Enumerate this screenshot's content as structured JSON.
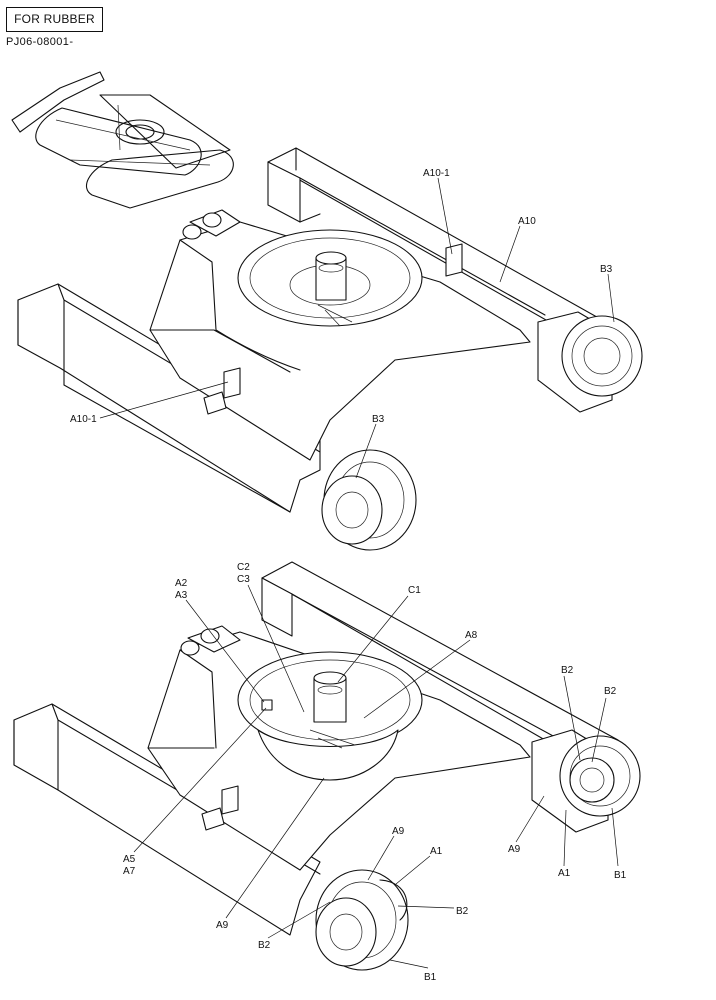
{
  "header": {
    "scope_label": "FOR RUBBER",
    "part_number": "PJ06-08001-"
  },
  "top_view": {
    "callouts": {
      "a10_1_top": "A10-1",
      "a10": "A10",
      "b3_right": "B3",
      "a10_1_left": "A10-1",
      "b3_front": "B3"
    }
  },
  "bottom_view": {
    "callouts": {
      "c2": "C2",
      "c3": "C3",
      "a2": "A2",
      "a3": "A3",
      "c1": "C1",
      "a8": "A8",
      "b2_a": "B2",
      "b2_b": "B2",
      "a5": "A5",
      "a7": "A7",
      "a9_right": "A9",
      "a1_right": "A1",
      "b1_right": "B1",
      "a9_front": "A9",
      "a1_front": "A1",
      "b2_front": "B2",
      "a9_bottom": "A9",
      "b2_left": "B2",
      "b1_front": "B1"
    }
  }
}
